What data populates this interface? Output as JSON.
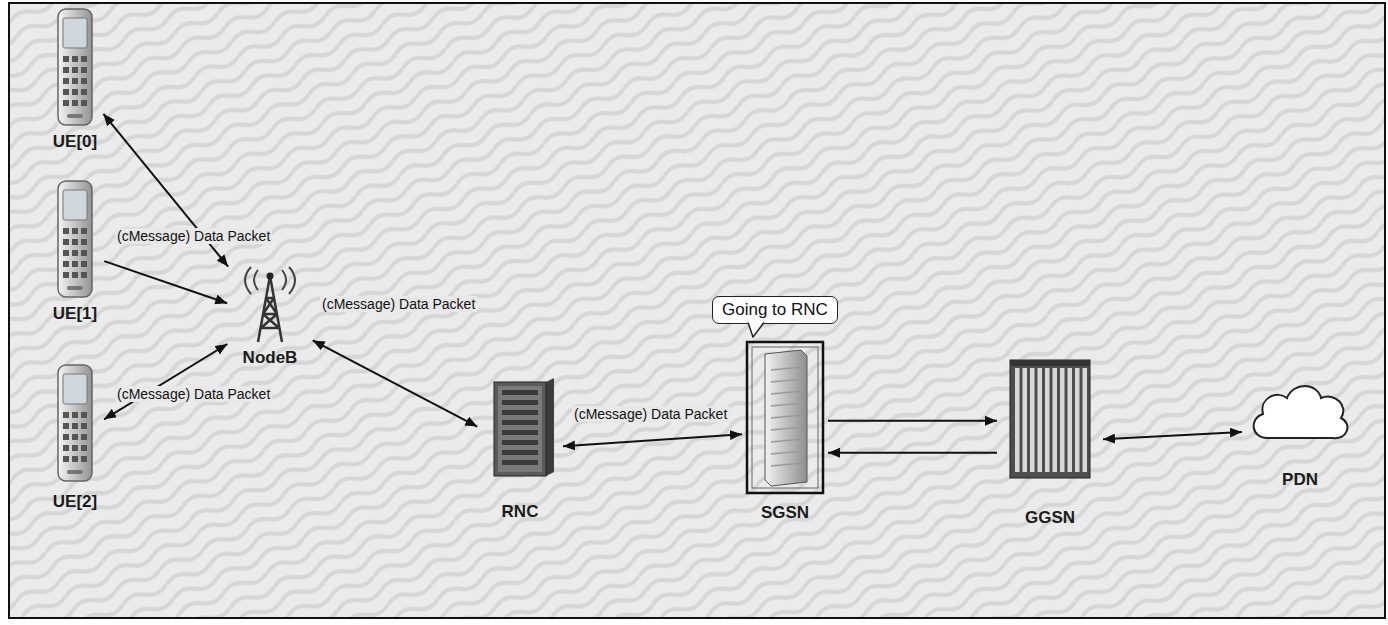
{
  "diagram": {
    "nodes": [
      {
        "text": [
          "UE[0]"
        ]
      },
      {
        "text": [
          "UE[1]"
        ]
      },
      {
        "text": [
          "UE[2]"
        ]
      },
      {
        "text": [
          "NodeB"
        ]
      },
      {
        "text": [
          "RNC"
        ]
      },
      {
        "text": [
          "Going to RNC"
        ]
      },
      {
        "text": [
          "SGSN"
        ]
      },
      {
        "text": [
          "GGSN"
        ]
      },
      {
        "text": [
          "PDN"
        ]
      }
    ],
    "edges": [
      {
        "from": 0,
        "to": 3,
        "arrow": "both"
      },
      {
        "from": 1,
        "to": 3,
        "label": "(cMessage) Data Packet",
        "arrow": "to"
      },
      {
        "from": 2,
        "to": 3,
        "label": "(cMessage) Data Packet",
        "arrow": "both"
      },
      {
        "from": 3,
        "to": 4,
        "label": "(cMessage) Data Packet",
        "arrow": "both"
      },
      {
        "from": 4,
        "to": 6,
        "label": "(cMessage) Data Packet",
        "arrow": "both"
      },
      {
        "from": 6,
        "to": 7,
        "arrow": "to"
      },
      {
        "from": 7,
        "to": 6,
        "arrow": "to"
      },
      {
        "from": 7,
        "to": 8,
        "arrow": "both"
      }
    ]
  }
}
